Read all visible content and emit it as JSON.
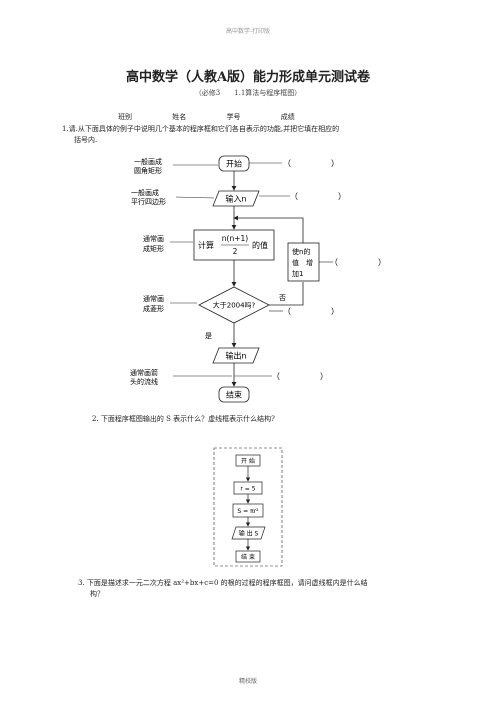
{
  "header": "高中数学-打印版",
  "title": "高中数学（人教A版）能力形成单元测试卷",
  "subtitle": "（必修3　　1.1算法与程序框图）",
  "info_fields": [
    "班别",
    "姓名",
    "学号",
    "成绩"
  ],
  "q1": {
    "text_line1": "1.请.从下面具体的例子中说明几个基本的程序框和它们各自表示的功能,并把它填在相应的",
    "text_line2": "括号内.",
    "notes": {
      "start": [
        "一般画成",
        "圆角矩形"
      ],
      "input": [
        "一般画成",
        "平行四边形"
      ],
      "process": [
        "通常画",
        "成矩形"
      ],
      "decision": [
        "通常画",
        "成菱形"
      ],
      "flow": [
        "通常画箭",
        "头的流线"
      ]
    },
    "flow": {
      "start": "开始",
      "input": "输入n",
      "process_prefix": "计算",
      "process_num": "n(n+1)",
      "process_den": "2",
      "process_suffix": "的值",
      "increment": [
        "使n的",
        "值　增",
        "加1"
      ],
      "decision": "大于2004吗?",
      "no": "否",
      "yes": "是",
      "output": "输出n",
      "end": "结束"
    },
    "blanks": [
      "（　　　　　）",
      "（　　　　　）",
      "（　　　　　）",
      "（　　　　　）",
      "（　　　　　）"
    ]
  },
  "q2": {
    "text": "2.  下面程序框图输出的 S 表示什么？虚线框表示什么结构?",
    "flow": {
      "start": "开 始",
      "assign": "r = 5",
      "compute": "S = πr²",
      "output": "输 出 S",
      "end": "结 束"
    }
  },
  "q3": {
    "text_line1": "3.  下面是描述求一元二次方程 ax²+bx+c=0 的根的过程的程序框图，请问虚线框内是什么结",
    "text_line2": "构？"
  },
  "footer": "精校版"
}
